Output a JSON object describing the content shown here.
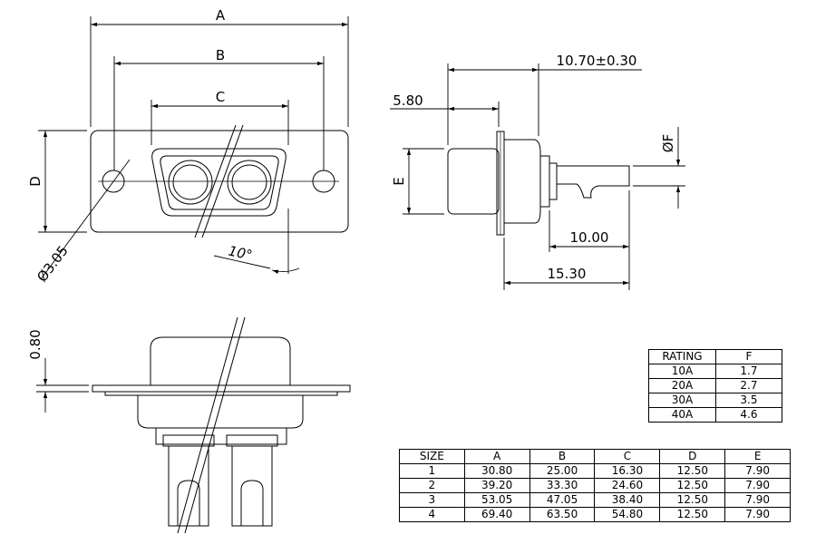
{
  "dimensions": {
    "a": "A",
    "b": "B",
    "c": "C",
    "d": "D",
    "e": "E",
    "f": "ØF",
    "hole_dia": "Ø3.05",
    "angle": "10°",
    "thickness": "0.80",
    "flange_offset": "5.80",
    "overall_flange": "10.70±0.30",
    "pin_length": "10.00",
    "total_length": "15.30"
  },
  "rating_table": {
    "headers": [
      "RATING",
      "F"
    ],
    "rows": [
      [
        "10A",
        "1.7"
      ],
      [
        "20A",
        "2.7"
      ],
      [
        "30A",
        "3.5"
      ],
      [
        "40A",
        "4.6"
      ]
    ]
  },
  "size_table": {
    "headers": [
      "SIZE",
      "A",
      "B",
      "C",
      "D",
      "E"
    ],
    "rows": [
      [
        "1",
        "30.80",
        "25.00",
        "16.30",
        "12.50",
        "7.90"
      ],
      [
        "2",
        "39.20",
        "33.30",
        "24.60",
        "12.50",
        "7.90"
      ],
      [
        "3",
        "53.05",
        "47.05",
        "38.40",
        "12.50",
        "7.90"
      ],
      [
        "4",
        "69.40",
        "63.50",
        "54.80",
        "12.50",
        "7.90"
      ]
    ]
  }
}
